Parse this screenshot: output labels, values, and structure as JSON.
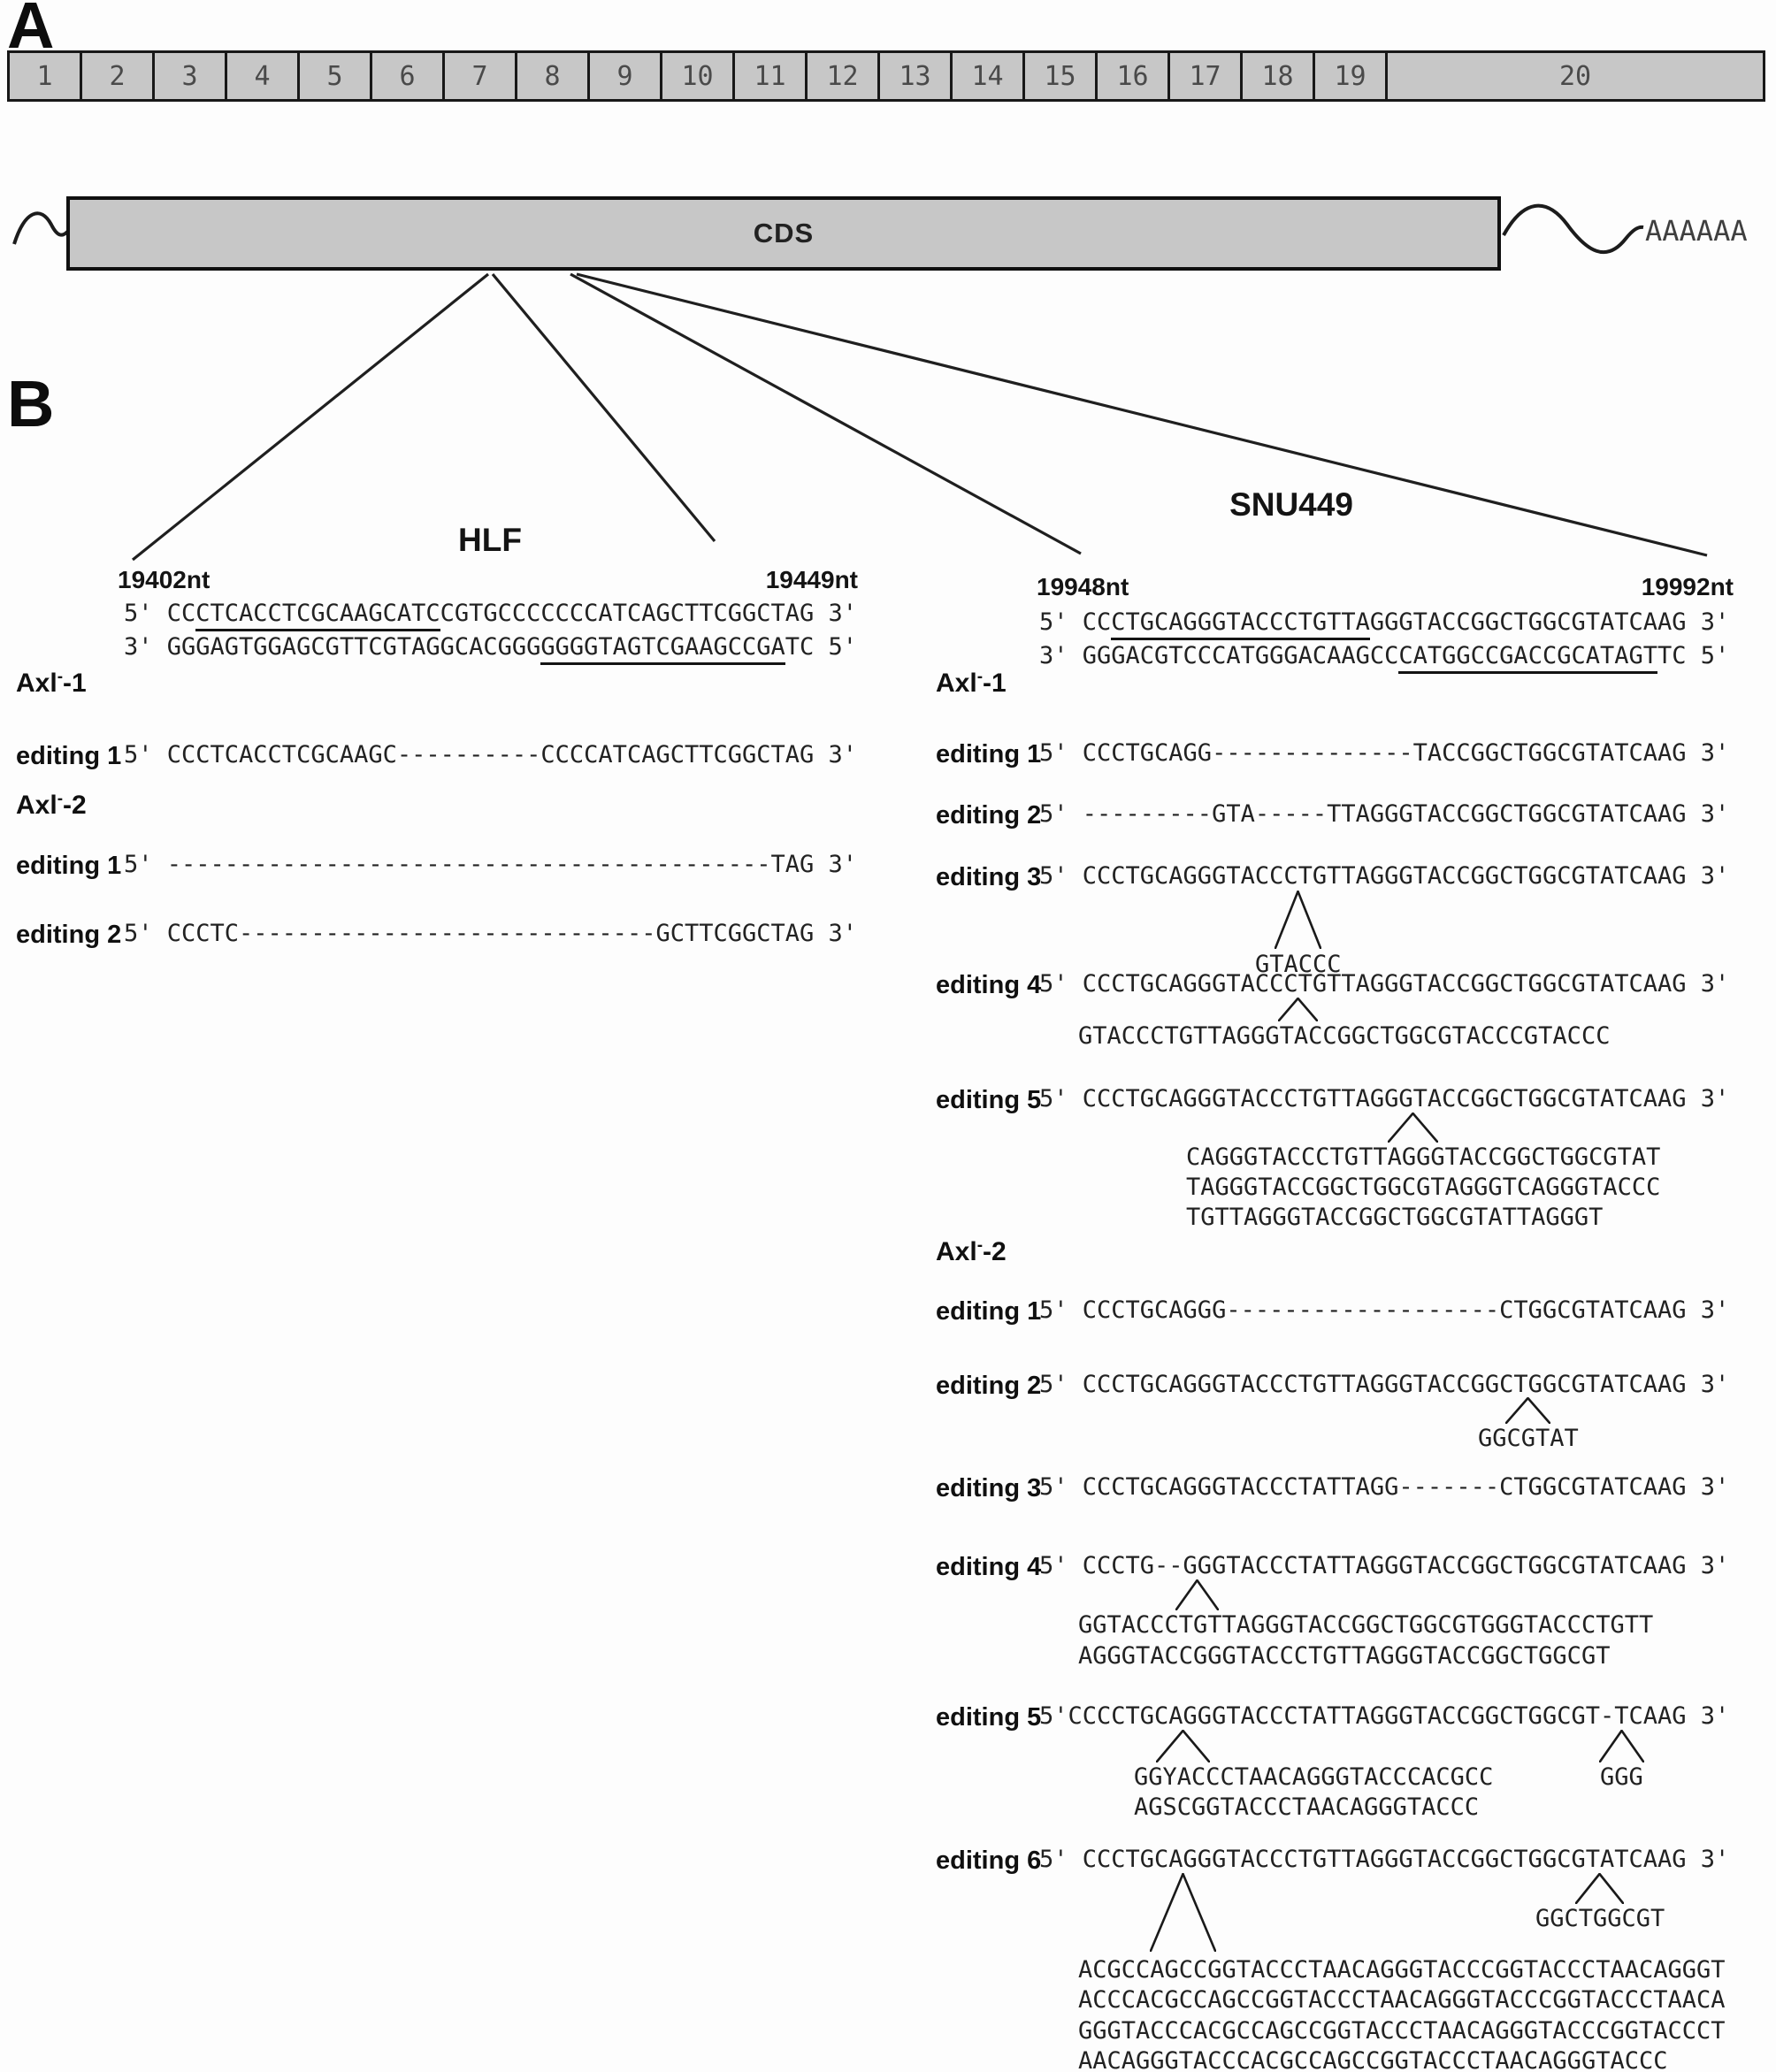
{
  "panel_a": {
    "label": "A",
    "exons": [
      "1",
      "2",
      "3",
      "4",
      "5",
      "6",
      "7",
      "8",
      "9",
      "10",
      "11",
      "12",
      "13",
      "14",
      "15",
      "16",
      "17",
      "18",
      "19",
      "20"
    ],
    "cds_label": "CDS",
    "polya_label": "AAAAAA"
  },
  "panel_b": {
    "label": "B",
    "hlf": {
      "title": "HLF",
      "start_nt": "19402nt",
      "end_nt": "19449nt",
      "ref_top": {
        "p1": "5' CC",
        "u": "CTCACCTCGCAAGCATC",
        "p2": "CGTGCCCCCCCATCAGCTTCGGCTAG 3'"
      },
      "ref_bottom": {
        "p1": "3' GGGAGTGGAGCGTTCGTAGGCACGGG",
        "u": "GGGGTAGTCGAAGCCGA",
        "p2": "TC 5'"
      },
      "clone1_label": {
        "base": "Axl",
        "sup": "-",
        "suffix": "-1"
      },
      "clone2_label": {
        "base": "Axl",
        "sup": "-",
        "suffix": "-2"
      },
      "c1e1_label": "editing 1",
      "c1e1_seq": "5' CCCTCACCTCGCAAGC----------CCCCATCAGCTTCGGCTAG 3'",
      "c2e1_label": "editing 1",
      "c2e1_seq": "5' ------------------------------------------TAG 3'",
      "c2e2_label": "editing 2",
      "c2e2_seq": "5' CCCTC-----------------------------GCTTCGGCTAG 3'"
    },
    "snu449": {
      "title": "SNU449",
      "start_nt": "19948nt",
      "end_nt": "19992nt",
      "ref_top": {
        "p1": "5' CC",
        "u": "CTGCAGGGTACCCTGTTA",
        "p2": "GGGTACCGGCTGGCGTATCAAG 3'"
      },
      "ref_bottom": {
        "p1": "3' GGGACGTCCCATGGGACAAGCC",
        "u": "CATGGCCGACCGCATAGT",
        "p2": "TC 5'"
      },
      "clone1_label": {
        "base": "Axl",
        "sup": "-",
        "suffix": "-1"
      },
      "clone2_label": {
        "base": "Axl",
        "sup": "-",
        "suffix": "-2"
      },
      "c1e1_label": "editing 1",
      "c1e1_seq": "5' CCCTGCAGG--------------TACCGGCTGGCGTATCAAG 3'",
      "c1e2_label": "editing 2",
      "c1e2_seq": "5' ---------GTA-----TTAGGGTACCGGCTGGCGTATCAAG 3'",
      "c1e3_label": "editing 3",
      "c1e3_seq": "5' CCCTGCAGGGTACCCTGTTAGGGTACCGGCTGGCGTATCAAG 3'",
      "c1e3_ins1": "GTACCC",
      "c1e4_label": "editing 4",
      "c1e4_seq": "5' CCCTGCAGGGTACCCTGTTAGGGTACCGGCTGGCGTATCAAG 3'",
      "c1e4_ins1": "GTACCCTGTTAGGGTACCGGCTGGCGTACCCGTACCC",
      "c1e5_label": "editing 5",
      "c1e5_seq": "5' CCCTGCAGGGTACCCTGTTAGGGTACCGGCTGGCGTATCAAG 3'",
      "c1e5_ins1": "CAGGGTACCCTGTTAGGGTACCGGCTGGCGTAT",
      "c1e5_ins2": "TAGGGTACCGGCTGGCGTAGGGTCAGGGTACCC",
      "c1e5_ins3": "TGTTAGGGTACCGGCTGGCGTATTAGGGT",
      "c2e1_label": "editing 1",
      "c2e1_seq": "5' CCCTGCAGGG-------------------CTGGCGTATCAAG 3'",
      "c2e2_label": "editing 2",
      "c2e2_seq": "5' CCCTGCAGGGTACCCTGTTAGGGTACCGGCTGGCGTATCAAG 3'",
      "c2e2_ins1": "GGCGTAT",
      "c2e3_label": "editing 3",
      "c2e3_seq": "5' CCCTGCAGGGTACCCTATTAGG-------CTGGCGTATCAAG 3'",
      "c2e4_label": "editing 4",
      "c2e4_seq": "5' CCCTG--GGGTACCCTATTAGGGTACCGGCTGGCGTATCAAG 3'",
      "c2e4_ins1": "GGTACCCTGTTAGGGTACCGGCTGGCGTGGGTACCCTGTT",
      "c2e4_ins2": "AGGGTACCGGGTACCCTGTTAGGGTACCGGCTGGCGT",
      "c2e5_label": "editing 5",
      "c2e5_seq": "5'CCCCTGCAGGGTACCCTATTAGGGTACCGGCTGGCGT-TCAAG 3'",
      "c2e5_ins1": "GGYACCCTAACAGGGTACCCACGCC",
      "c2e5_ins2": "AGSCGGTACCCTAACAGGGTACCC",
      "c2e5_ins3": "GGG",
      "c2e6_label": "editing 6",
      "c2e6_seq": "5' CCCTGCAGGGTACCCTGTTAGGGTACCGGCTGGCGTATCAAG 3'",
      "c2e6_ins_right": "GGCTGGCGT",
      "c2e6_ins1": "ACGCCAGCCGGTACCCTAACAGGGTACCCGGTACCCTAACAGGGT",
      "c2e6_ins2": "ACCCACGCCAGCCGGTACCCTAACAGGGTACCCGGTACCCTAACA",
      "c2e6_ins3": "GGGTACCCACGCCAGCCGGTACCCTAACAGGGTACCCGGTACCCT",
      "c2e6_ins4": "AACAGGGTACCCACGCCAGCCGGTACCCTAACAGGGTACCC"
    }
  }
}
